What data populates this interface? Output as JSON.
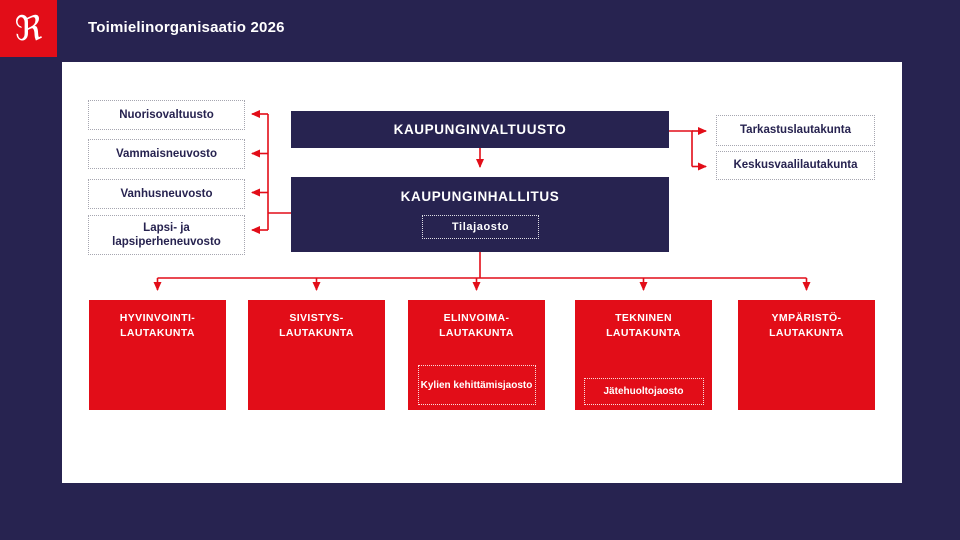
{
  "header": {
    "title": "Toimielinorganisaatio 2026",
    "logo_letter": "ℜ"
  },
  "colors": {
    "background_navy": "#272350",
    "box_navy": "#272350",
    "brand_red": "#e20d18",
    "canvas_white": "#ffffff",
    "dotted_border_gray": "#a6a6b0"
  },
  "org": {
    "council": {
      "label": "KAUPUNGINVALTUUSTO"
    },
    "board": {
      "label": "KAUPUNGINHALLITUS",
      "sub_label": "Tilajaosto"
    },
    "left_boxes": [
      {
        "label": "Nuorisovaltuusto"
      },
      {
        "label": "Vammaisneuvosto"
      },
      {
        "label": "Vanhusneuvosto"
      },
      {
        "label": "Lapsi- ja lapsiperheneuvosto"
      }
    ],
    "right_boxes": [
      {
        "label": "Tarkastuslautakunta"
      },
      {
        "label": "Keskusvaalilautakunta"
      }
    ],
    "committees": [
      {
        "lines": [
          "HYVINVOINTI-",
          "LAUTAKUNTA"
        ],
        "sub_label": ""
      },
      {
        "lines": [
          "SIVISTYS-",
          "LAUTAKUNTA"
        ],
        "sub_label": ""
      },
      {
        "lines": [
          "ELINVOIMA-",
          "LAUTAKUNTA"
        ],
        "sub_label": "Kylien kehittämisjaosto"
      },
      {
        "lines": [
          "TEKNINEN",
          "LAUTAKUNTA"
        ],
        "sub_label": "Jätehuoltojaosto"
      },
      {
        "lines": [
          "YMPÄRISTÖ-",
          "LAUTAKUNTA"
        ],
        "sub_label": ""
      }
    ]
  }
}
